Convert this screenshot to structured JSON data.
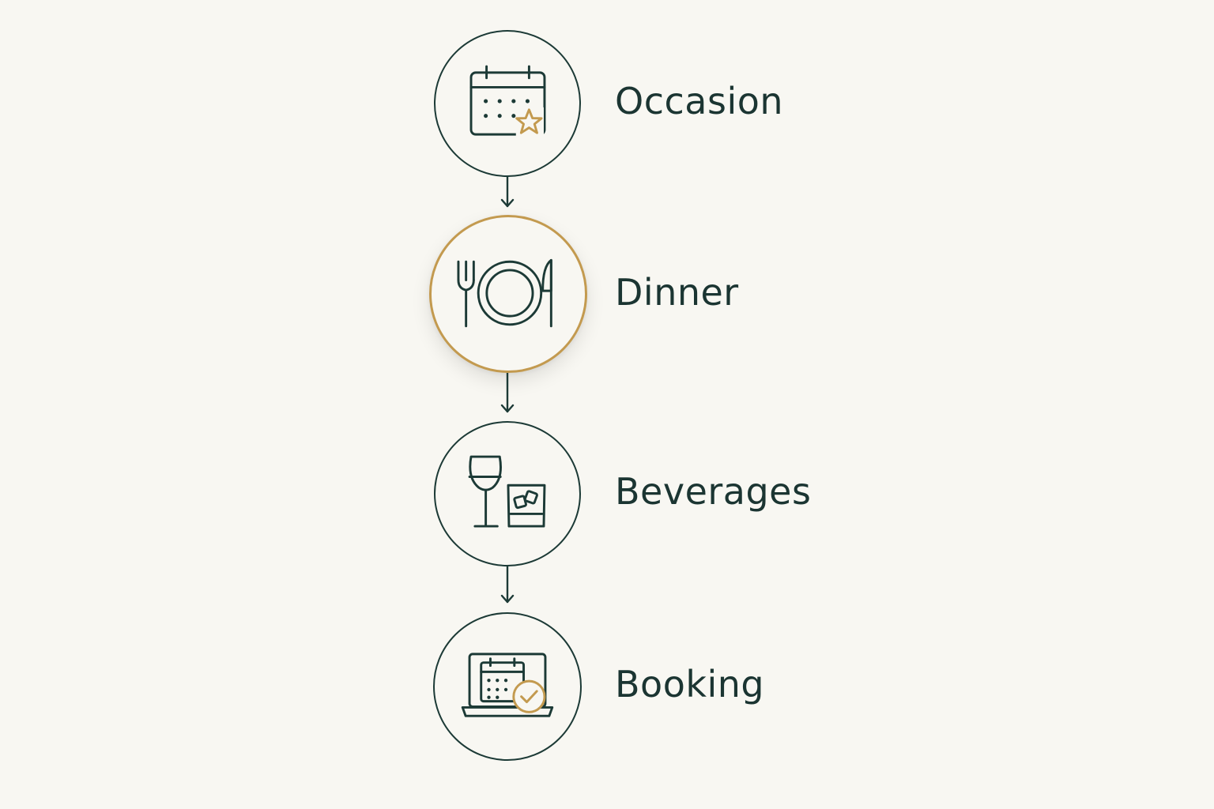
{
  "colors": {
    "background": "#f8f7f2",
    "ink": "#1c3a36",
    "accent": "#c39a4f"
  },
  "steps": [
    {
      "label": "Occasion",
      "icon": "calendar-star-icon",
      "active": false
    },
    {
      "label": "Dinner",
      "icon": "plate-fork-knife-icon",
      "active": true
    },
    {
      "label": "Beverages",
      "icon": "wine-glass-tumbler-icon",
      "active": false
    },
    {
      "label": "Booking",
      "icon": "laptop-calendar-check-icon",
      "active": false
    }
  ]
}
